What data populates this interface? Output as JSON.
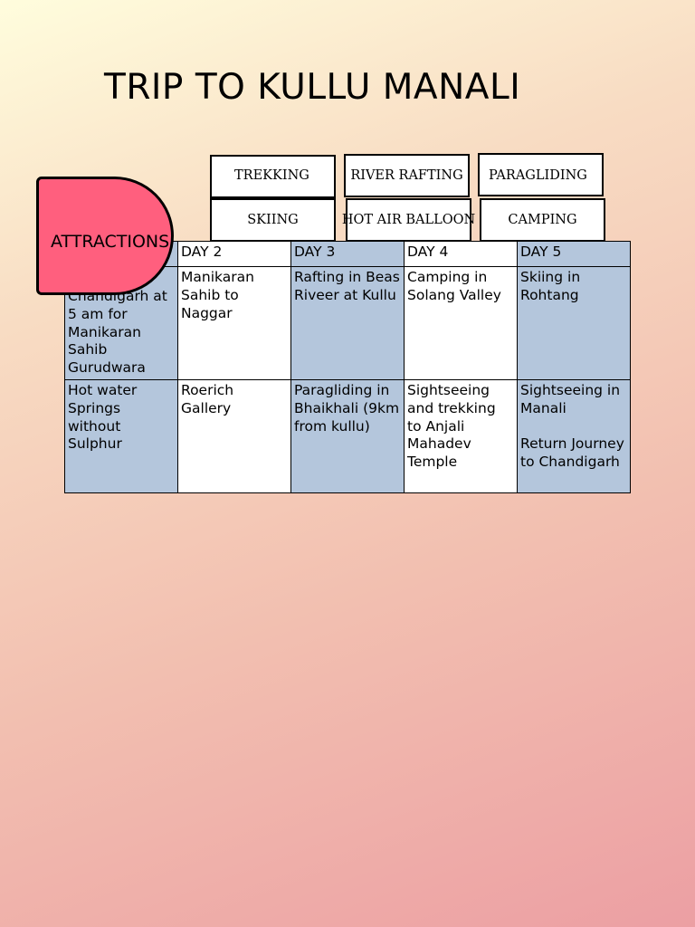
{
  "title": "TRIP TO KULLU MANALI",
  "attractions_label": "ATTRACTIONS",
  "activities": [
    "TREKKING",
    "RIVER RAFTING",
    "PARAGLIDING",
    "SKIING",
    "HOT AIR BALLOON",
    "CAMPING"
  ],
  "schedule": {
    "headers": [
      "",
      "DAY 2",
      "DAY 3",
      "DAY 4",
      "DAY 5"
    ],
    "rows": [
      [
        "Chandigarh at 5 am for Manikaran Sahib Gurudwara",
        "Manikaran Sahib to Naggar",
        "Rafting in Beas Riveer at Kullu",
        "Camping in Solang Valley",
        "Skiing in Rohtang"
      ],
      [
        "Hot water Springs without Sulphur",
        "Roerich Gallery",
        "Paragliding in Bhaikhali (9km from kullu)",
        "Sightseeing and trekking to Anjali Mahadev Temple",
        "Sightseeing in Manali\n\nReturn Journey to Chandigarh"
      ]
    ]
  },
  "colors": {
    "attractions_fill": "#ff5f7e",
    "table_blue": "#b4c6dc"
  }
}
